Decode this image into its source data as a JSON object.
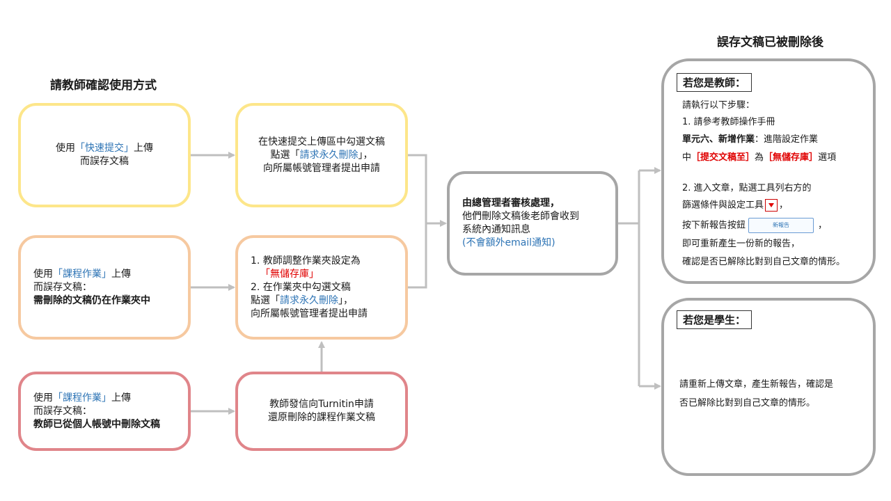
{
  "titles": {
    "left": "請教師確認使用方式",
    "right": "誤存文稿已被刪除後"
  },
  "row1": {
    "cause": {
      "pre": "使用",
      "highlight": "「快速提交」",
      "post": "上傳",
      "line2": "而誤存文稿"
    },
    "action": {
      "line1": "在快速提交上傳區中勾選文稿",
      "pre": "點選「",
      "highlight": "請求永久刪除",
      "post": "」，",
      "line3": "向所屬帳號管理者提出申請"
    }
  },
  "row2": {
    "cause": {
      "pre": "使用",
      "highlight": "「課程作業」",
      "post": "上傳",
      "line2": "而誤存文稿：",
      "line3": "需刪除的文稿仍在作業夾中"
    },
    "action": {
      "line1": "1. 教師調整作業夾設定為",
      "red": "「無儲存庫」",
      "line3": "2. 在作業夾中勾選文稿",
      "pre": "點選「",
      "highlight": "請求永久刪除",
      "post": "」，",
      "line5": "向所屬帳號管理者提出申請"
    }
  },
  "row3": {
    "cause": {
      "pre": "使用",
      "highlight": "「課程作業」",
      "post": "上傳",
      "line2": "而誤存文稿：",
      "line3": "教師已從個人帳號中刪除文稿"
    },
    "action": {
      "line1": "教師發信向Turnitin申請",
      "line2": "還原刪除的課程作業文稿"
    }
  },
  "center": {
    "line1": "由總管理者審核處理，",
    "line2": "他們刪除文稿後老師會收到",
    "line3": "系統內通知訊息",
    "line4": "(不會額外email通知)"
  },
  "teacher": {
    "label": "若您是教師：",
    "steps_intro": "請執行以下步驟：",
    "step1_line1": "1. 請參考教師操作手冊",
    "step1_line2_bold": "單元六、新增作業",
    "step1_line2_rest": "：進階設定作業",
    "step1_line3_pre": "中",
    "step1_line3_red1": "［提交文稿至］",
    "step1_line3_mid": "為",
    "step1_line3_red2": "［無儲存庫］",
    "step1_line3_post": "選項",
    "step2_line1": "2. 進入文章，點選工具列右方的",
    "step2_line2": "篩選條件與設定工具",
    "step2_line2_post": "，",
    "step2_line3": "按下新報告按鈕",
    "new_report_button": "新報告",
    "step2_line3_post": "，",
    "step2_line4": "即可重新產生一份新的報告，",
    "step2_line5": "確認是否已解除比對到自己文章的情形。"
  },
  "student": {
    "label": "若您是學生：",
    "line1": "請重新上傳文章，產生新報告，確認是",
    "line2": "否已解除比對到自己文章的情形。"
  },
  "colors": {
    "yellow": "#fde68a",
    "orange": "#f6c9a0",
    "red_border": "#e0858a",
    "grey": "#a6a6a6",
    "blue_text": "#2e74b5",
    "red_text": "#e00000",
    "arrow": "#bfbfbf"
  }
}
